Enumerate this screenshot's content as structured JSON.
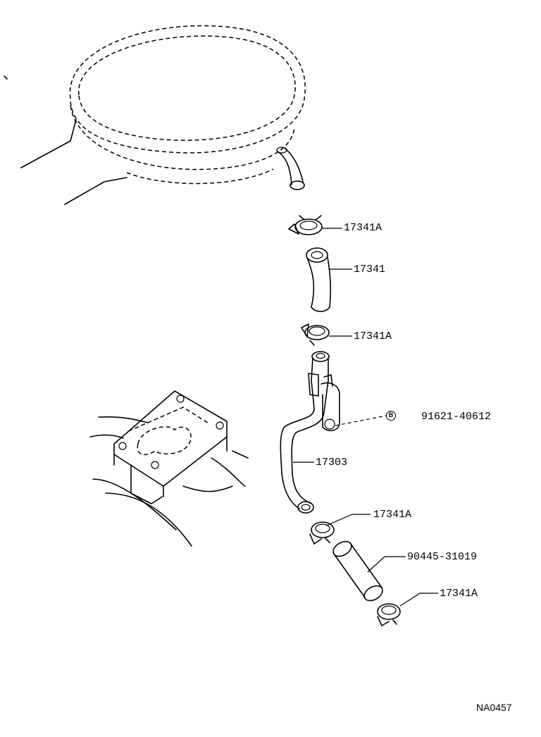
{
  "parts": [
    {
      "id": "clamp-top",
      "number": "17341A"
    },
    {
      "id": "hose-upper",
      "number": "17341"
    },
    {
      "id": "clamp-mid",
      "number": "17341A"
    },
    {
      "id": "bolt",
      "number": "91621-40612",
      "marker": "B"
    },
    {
      "id": "pipe",
      "number": "17303"
    },
    {
      "id": "clamp-lower",
      "number": "17341A"
    },
    {
      "id": "hose-lower",
      "number": "90445-31019"
    },
    {
      "id": "clamp-bottom",
      "number": "17341A"
    }
  ],
  "diagram_code": "NA0457"
}
